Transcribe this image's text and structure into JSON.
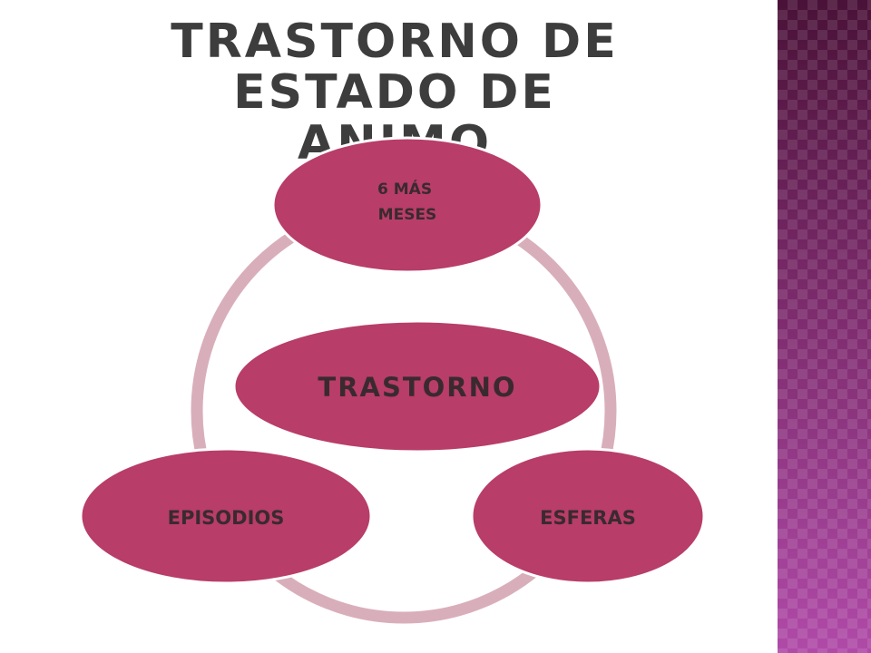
{
  "title": {
    "line1": "TRASTORNO DE",
    "line2": "ESTADO DE ANIMO"
  },
  "diagram": {
    "center": {
      "label": "TRASTORNO"
    },
    "nodes": [
      {
        "id": "top",
        "lines": [
          "6 MÁS",
          "MESES"
        ]
      },
      {
        "id": "right",
        "lines": [
          "ESFERAS"
        ]
      },
      {
        "id": "left",
        "lines": [
          "EPISODIOS"
        ]
      }
    ]
  },
  "colors": {
    "node_fill": "#b83d68",
    "node_stroke": "#ffffff",
    "ring": "#d9aebb",
    "title_text": "#3d3d3d",
    "label_text": "#3a2a30",
    "side_band": "#7a2a6a"
  }
}
